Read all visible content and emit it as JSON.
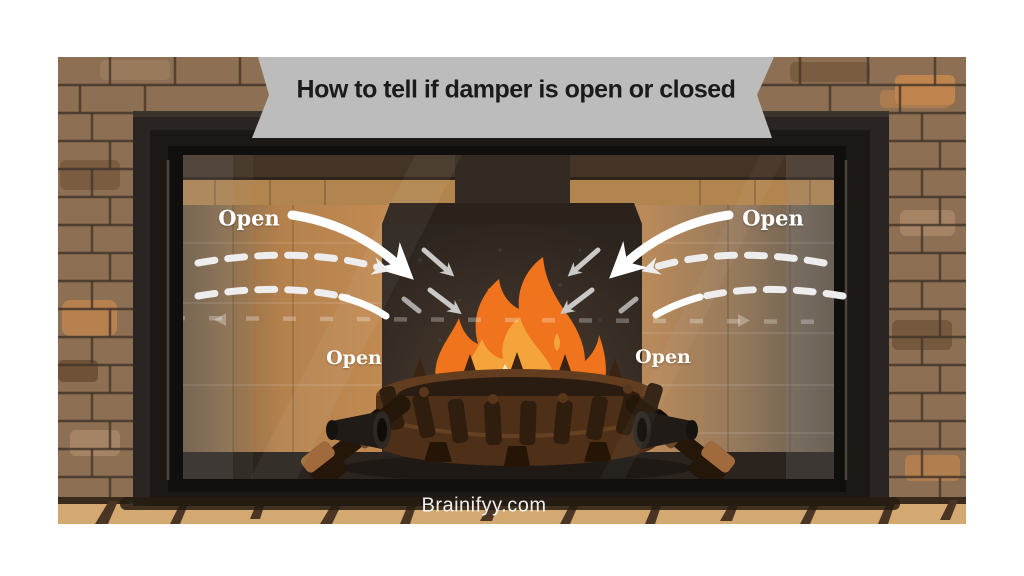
{
  "page": {
    "background": "#ffffff"
  },
  "banner": {
    "title": "How to tell if damper is open or closed",
    "color": "#bcbcbc",
    "text_color": "#1b1b1b"
  },
  "airflow_labels": {
    "top_left": "Open",
    "top_right": "Open",
    "bottom_left": "Open",
    "bottom_right": "Open"
  },
  "watermark": {
    "text": "Brainifyy.com"
  },
  "diagram": {
    "subject": "Fireplace with glass doors and burning fire showing airflow when the damper is open",
    "damper_state_shown": "Open",
    "airflow_arrow_direction": "curved arrows converging inward toward the fire",
    "open_label_count": 4
  },
  "colors": {
    "banner_gray": "#bcbcbc",
    "arrow_white": "#ffffff",
    "arrow_dashed": "#ededed",
    "arrow_gray": "#c9c9c9",
    "flame_outer": "#f0731d",
    "flame_mid": "#f5a43c",
    "flame_inner": "#f8ecca",
    "frame_black": "#2a2522",
    "brick_brown": "#8d6f53",
    "hearth_tan": "#d3a871",
    "interior_glow": "#c48c53",
    "label_white": "#ffffff"
  }
}
